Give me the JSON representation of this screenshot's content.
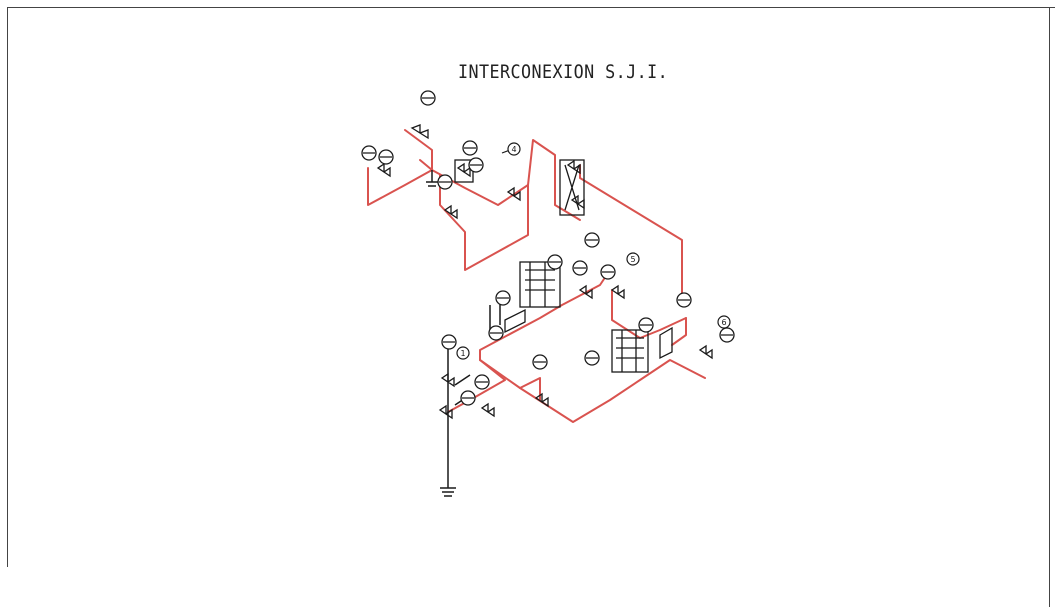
{
  "title": "INTERCONEXION S.J.I.",
  "colors": {
    "pipe": "#d9534f",
    "ink": "#1a1a1a",
    "frame": "#444444",
    "background": "#ffffff"
  },
  "callouts": [
    "4",
    "1",
    "5",
    "6"
  ]
}
